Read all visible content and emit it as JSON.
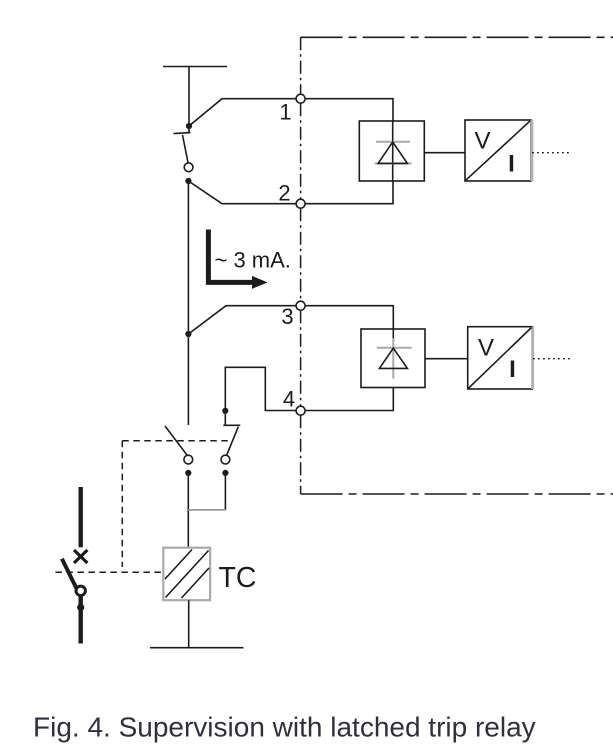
{
  "figure": {
    "caption": "Fig. 4. Supervision with latched trip relay",
    "current_annotation": "~ 3 mA.",
    "terminals": [
      {
        "label": "1"
      },
      {
        "label": "2"
      },
      {
        "label": "3"
      },
      {
        "label": "4"
      }
    ],
    "meters": [
      {
        "voltage": "V",
        "current": "I"
      },
      {
        "voltage": "V",
        "current": "I"
      }
    ],
    "trip_coil": {
      "label": "TC"
    },
    "colors": {
      "line": "#1c1c1c",
      "gray_accent": "#a9a9a9",
      "caption_text": "#30303a",
      "background": "#ffffff"
    }
  }
}
